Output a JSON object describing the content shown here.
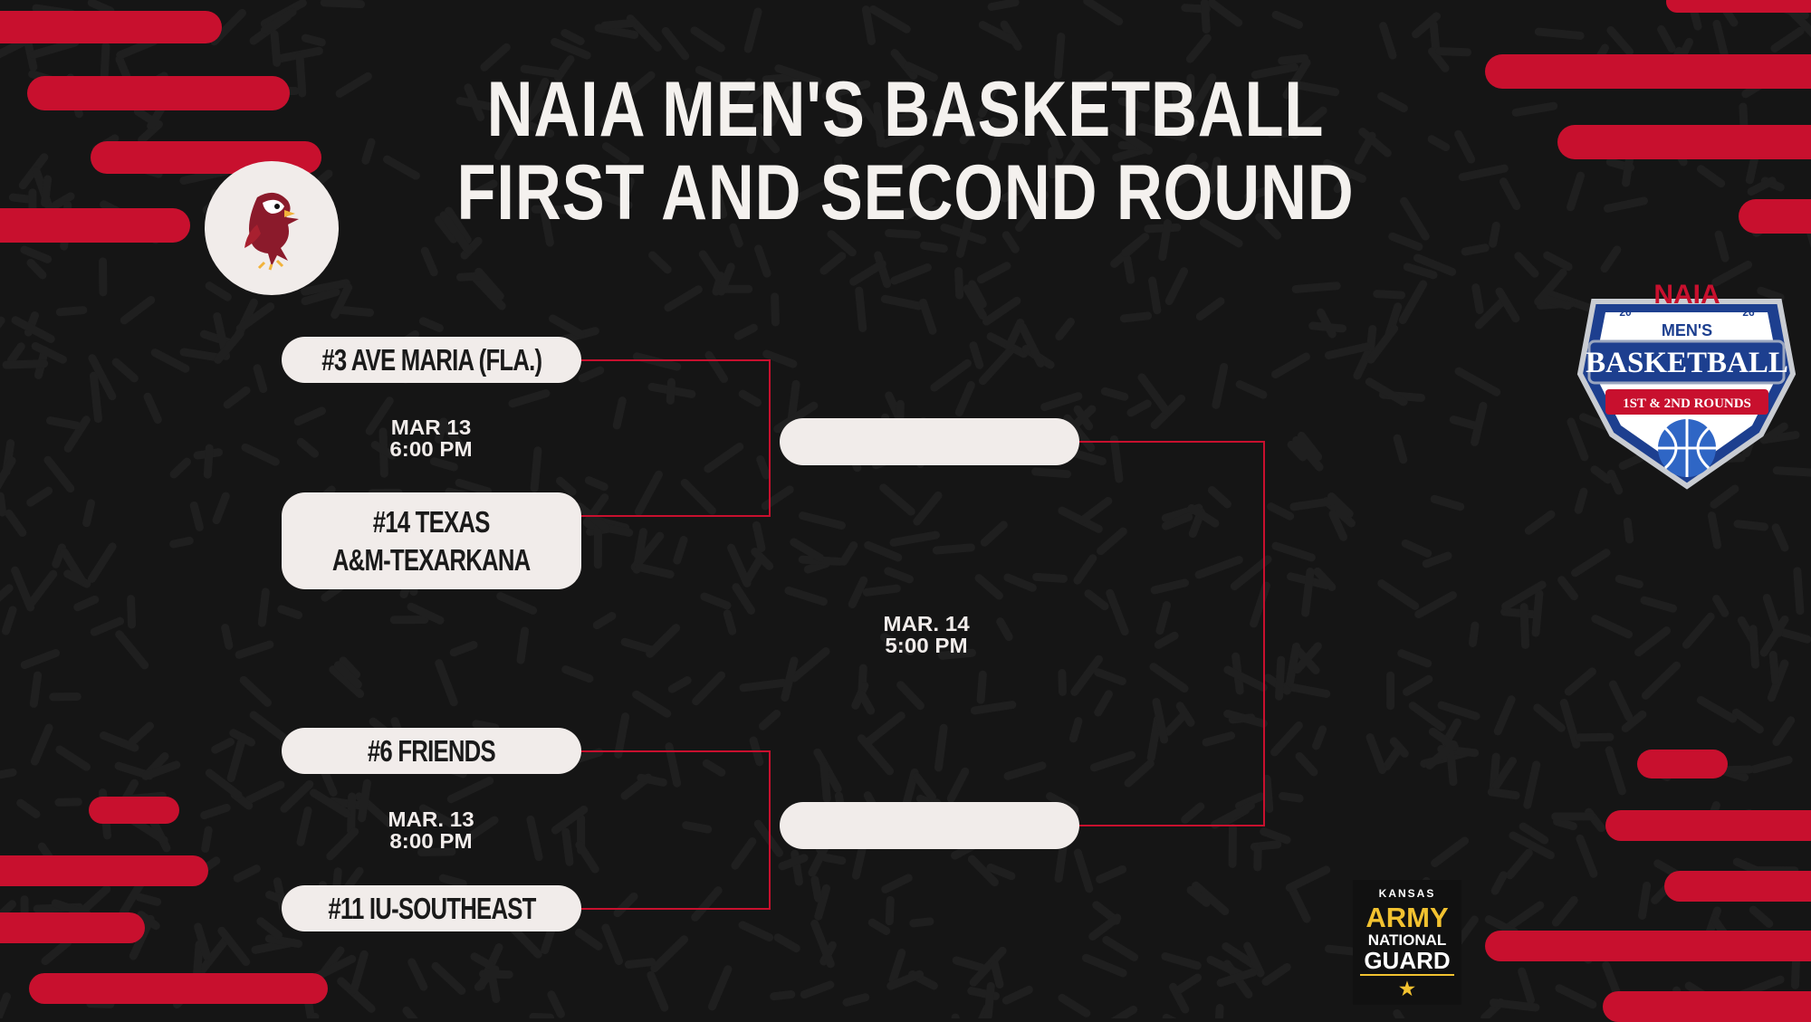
{
  "title": "NAIA MEN'S BASKETBALL FIRST AND SECOND ROUND",
  "colors": {
    "background": "#151515",
    "accent": "#c8102e",
    "pill": "#f1ecea",
    "text_light": "#f4f1ee"
  },
  "host_logo": {
    "icon": "eagle-mascot-icon"
  },
  "bracket": {
    "game1": {
      "top_team": "#3 AVE MARIA (FLA.)",
      "bottom_team": "#14 TEXAS\nA&M-TEXARKANA",
      "date": "MAR 13",
      "time": "6:00 PM"
    },
    "game2": {
      "top_team": "#6 FRIENDS",
      "bottom_team": "#11 IU-SOUTHEAST",
      "date": "MAR. 13",
      "time": "8:00 PM"
    },
    "final": {
      "date": "MAR. 14",
      "time": "5:00 PM",
      "winner_top": "",
      "winner_bottom": ""
    }
  },
  "naia_badge": {
    "brand": "NAIA",
    "year_left": "20",
    "year_right": "26",
    "line1": "MEN'S",
    "line2": "BASKETBALL",
    "ribbon": "1ST & 2ND ROUNDS"
  },
  "sponsor": {
    "state": "KANSAS",
    "line1": "ARMY",
    "line2": "NATIONAL",
    "line3": "GUARD",
    "star": "★"
  }
}
